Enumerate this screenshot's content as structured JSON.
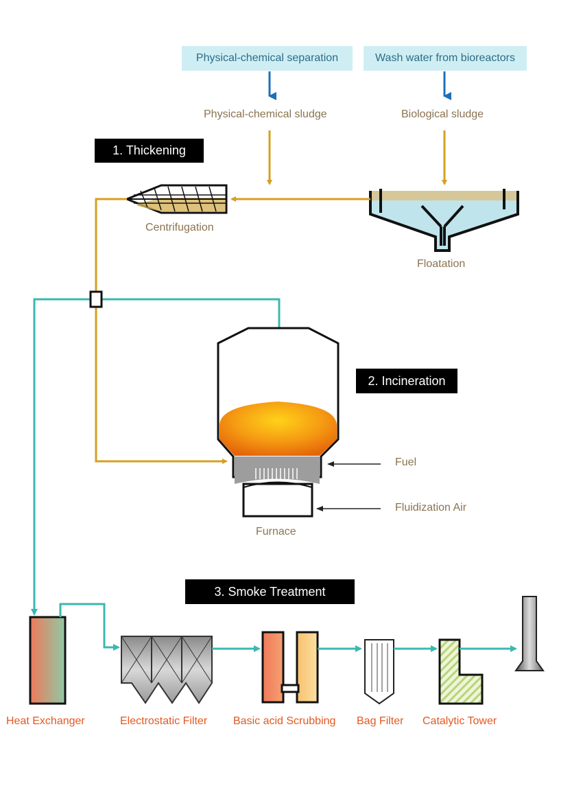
{
  "sources": {
    "physical_chemical_separation": "Physical-chemical separation",
    "wash_water": "Wash water from bioreactors"
  },
  "sludges": {
    "physical_chemical": "Physical-chemical sludge",
    "biological": "Biological sludge"
  },
  "steps": {
    "thickening": "1. Thickening",
    "incineration": "2. Incineration",
    "smoke_treatment": "3. Smoke Treatment"
  },
  "units": {
    "centrifugation": "Centrifugation",
    "floatation": "Floatation",
    "furnace": "Furnace"
  },
  "inputs": {
    "fuel": "Fuel",
    "fluidization_air": "Fluidization Air"
  },
  "smoke_treatment_units": {
    "heat_exchanger": "Heat Exchanger",
    "electrostatic_filter": "Electrostatic Filter",
    "scrubbing": "Basic acid Scrubbing",
    "bag_filter": "Bag Filter",
    "catalytic_tower": "Catalytic Tower"
  },
  "colors": {
    "sludge_line": "#d4a020",
    "gas_line": "#3bb8b0",
    "source_arrow": "#1d6fb8",
    "source_box": "#cfeef4",
    "step_label_bg": "#000000",
    "unit_label_orange": "#e4581f",
    "unit_label_brown": "#8a7350"
  }
}
